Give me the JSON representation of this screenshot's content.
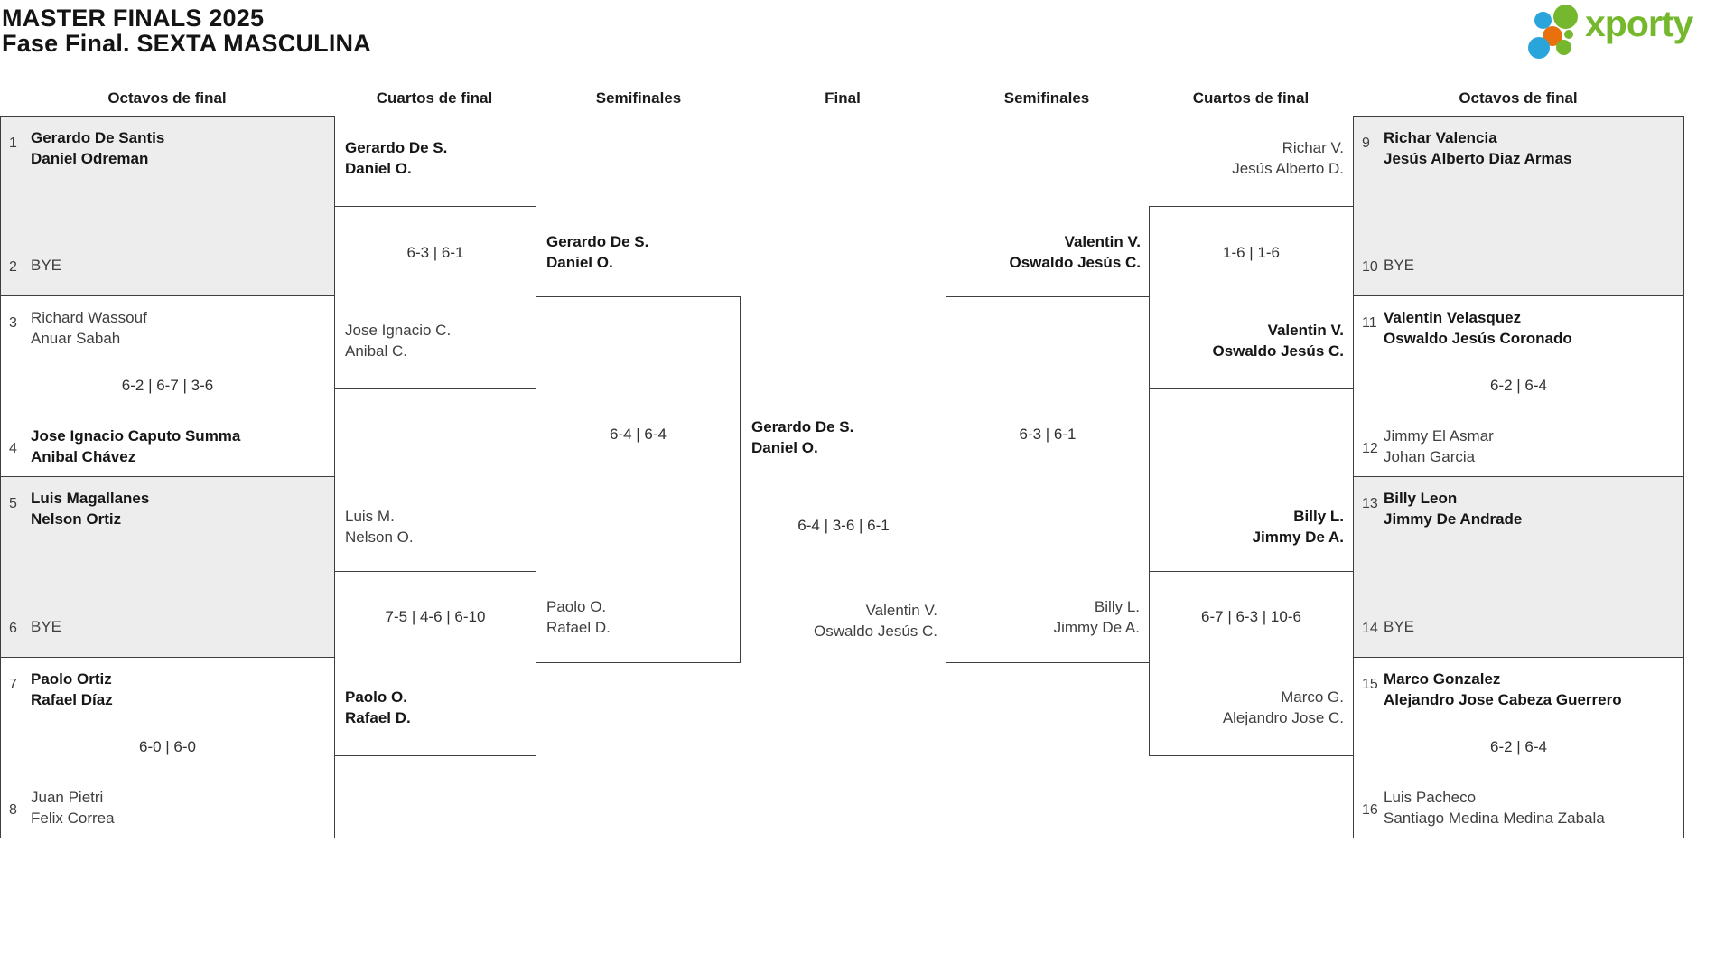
{
  "page_title": {
    "line1": "MASTER FINALS 2025",
    "line2": "Fase Final. SEXTA MASCULINA"
  },
  "logo": {
    "text": "xporty",
    "green": "#76b82d",
    "blue": "#2aa5dc",
    "orange": "#e8710d"
  },
  "round_headers": {
    "left_r16": "Octavos de final",
    "left_qf": "Cuartos de final",
    "left_sf": "Semifinales",
    "final": "Final",
    "right_sf": "Semifinales",
    "right_qf": "Cuartos de final",
    "right_r16": "Octavos de final"
  },
  "r16_left": [
    {
      "top_seed": "1",
      "top_p1": "Gerardo De Santis",
      "top_p2": "Daniel Odreman",
      "bottom_seed": "2",
      "bottom_p1": "BYE"
    },
    {
      "top_seed": "3",
      "top_p1": "Richard Wassouf",
      "top_p2": "Anuar Sabah",
      "score": "6-2 | 6-7 | 3-6",
      "bottom_seed": "4",
      "bottom_p1": "Jose Ignacio Caputo Summa",
      "bottom_p2": "Anibal Chávez"
    },
    {
      "top_seed": "5",
      "top_p1": "Luis Magallanes",
      "top_p2": "Nelson Ortiz",
      "bottom_seed": "6",
      "bottom_p1": "BYE"
    },
    {
      "top_seed": "7",
      "top_p1": "Paolo Ortiz",
      "top_p2": "Rafael Díaz",
      "score": "6-0 | 6-0",
      "bottom_seed": "8",
      "bottom_p1": "Juan Pietri",
      "bottom_p2": "Felix Correa"
    }
  ],
  "qf_left": [
    {
      "top_p1": "Gerardo De S.",
      "top_p2": "Daniel O.",
      "score": "6-3 | 6-1",
      "bottom_p1": "Jose Ignacio C.",
      "bottom_p2": "Anibal C."
    },
    {
      "top_p1": "Luis M.",
      "top_p2": "Nelson O.",
      "score": "7-5 | 4-6 | 6-10",
      "bottom_p1": "Paolo O.",
      "bottom_p2": "Rafael D."
    }
  ],
  "sf_left": {
    "top_p1": "Gerardo De S.",
    "top_p2": "Daniel O.",
    "score": "6-4 | 6-4",
    "bottom_p1": "Paolo O.",
    "bottom_p2": "Rafael D."
  },
  "final": {
    "top_p1": "Gerardo De S.",
    "top_p2": "Daniel O.",
    "score": "6-4 | 3-6 | 6-1",
    "bottom_p1": "Valentin V.",
    "bottom_p2": "Oswaldo Jesús C."
  },
  "sf_right": {
    "top_p1": "Valentin V.",
    "top_p2": "Oswaldo Jesús C.",
    "score": "6-3 | 6-1",
    "bottom_p1": "Billy L.",
    "bottom_p2": "Jimmy De A."
  },
  "qf_right": [
    {
      "top_p1": "Richar V.",
      "top_p2": "Jesús Alberto D.",
      "score": "1-6 | 1-6",
      "bottom_p1": "Valentin V.",
      "bottom_p2": "Oswaldo Jesús C."
    },
    {
      "top_p1": "Billy L.",
      "top_p2": "Jimmy De A.",
      "score": "6-7 | 6-3 | 10-6",
      "bottom_p1": "Marco G.",
      "bottom_p2": "Alejandro Jose C."
    }
  ],
  "r16_right": [
    {
      "top_seed": "9",
      "top_p1": "Richar Valencia",
      "top_p2": "Jesús Alberto Diaz Armas",
      "bottom_seed": "10",
      "bottom_p1": "BYE"
    },
    {
      "top_seed": "11",
      "top_p1": "Valentin Velasquez",
      "top_p2": "Oswaldo Jesús Coronado",
      "score": "6-2 | 6-4",
      "bottom_seed": "12",
      "bottom_p1": "Jimmy El Asmar",
      "bottom_p2": "Johan Garcia"
    },
    {
      "top_seed": "13",
      "top_p1": "Billy Leon",
      "top_p2": "Jimmy De Andrade",
      "bottom_seed": "14",
      "bottom_p1": "BYE"
    },
    {
      "top_seed": "15",
      "top_p1": "Marco Gonzalez",
      "top_p2": "Alejandro Jose Cabeza Guerrero",
      "score": "6-2 | 6-4",
      "bottom_seed": "16",
      "bottom_p1": "Luis Pacheco",
      "bottom_p2": "Santiago Medina Medina Zabala"
    }
  ]
}
